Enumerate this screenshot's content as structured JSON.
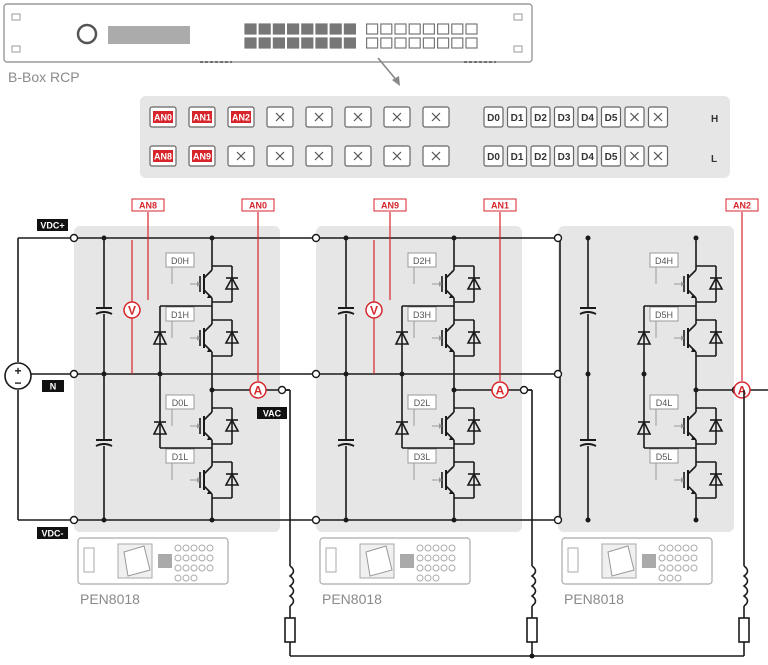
{
  "device": {
    "name": "B-Box RCP"
  },
  "connector": {
    "row_high": {
      "pins": [
        "AN0",
        "AN1",
        "AN2",
        "",
        "",
        "",
        "",
        "",
        "D0",
        "D1",
        "D2",
        "D3",
        "D4",
        "D5",
        "",
        ""
      ],
      "suffix": "H"
    },
    "row_low": {
      "pins": [
        "AN8",
        "AN9",
        "",
        "",
        "",
        "",
        "",
        "",
        "D0",
        "D1",
        "D2",
        "D3",
        "D4",
        "D5",
        "",
        ""
      ],
      "suffix": "L"
    }
  },
  "rails": {
    "dc_plus": "VDC+",
    "neutral": "N",
    "dc_minus": "VDC-",
    "ac_output": "VAC"
  },
  "source": {
    "plus": "+",
    "minus": "−"
  },
  "legs": [
    {
      "module": "PEN8018",
      "voltage_probe": "AN8",
      "current_probe": "AN0",
      "switches": [
        "D0H",
        "D1H",
        "D0L",
        "D1L"
      ]
    },
    {
      "module": "PEN8018",
      "voltage_probe": "AN9",
      "current_probe": "AN1",
      "switches": [
        "D2H",
        "D3H",
        "D2L",
        "D3L"
      ]
    },
    {
      "module": "PEN8018",
      "voltage_probe": "",
      "current_probe": "AN2",
      "switches": [
        "D4H",
        "D5H",
        "D4L",
        "D5L"
      ]
    }
  ],
  "meters": {
    "voltage": "V",
    "current": "A"
  },
  "colors": {
    "probe": "#d6262b",
    "panel": "#e6e6e6",
    "wire": "#1a1a1a",
    "label": "#8a8a8a"
  }
}
